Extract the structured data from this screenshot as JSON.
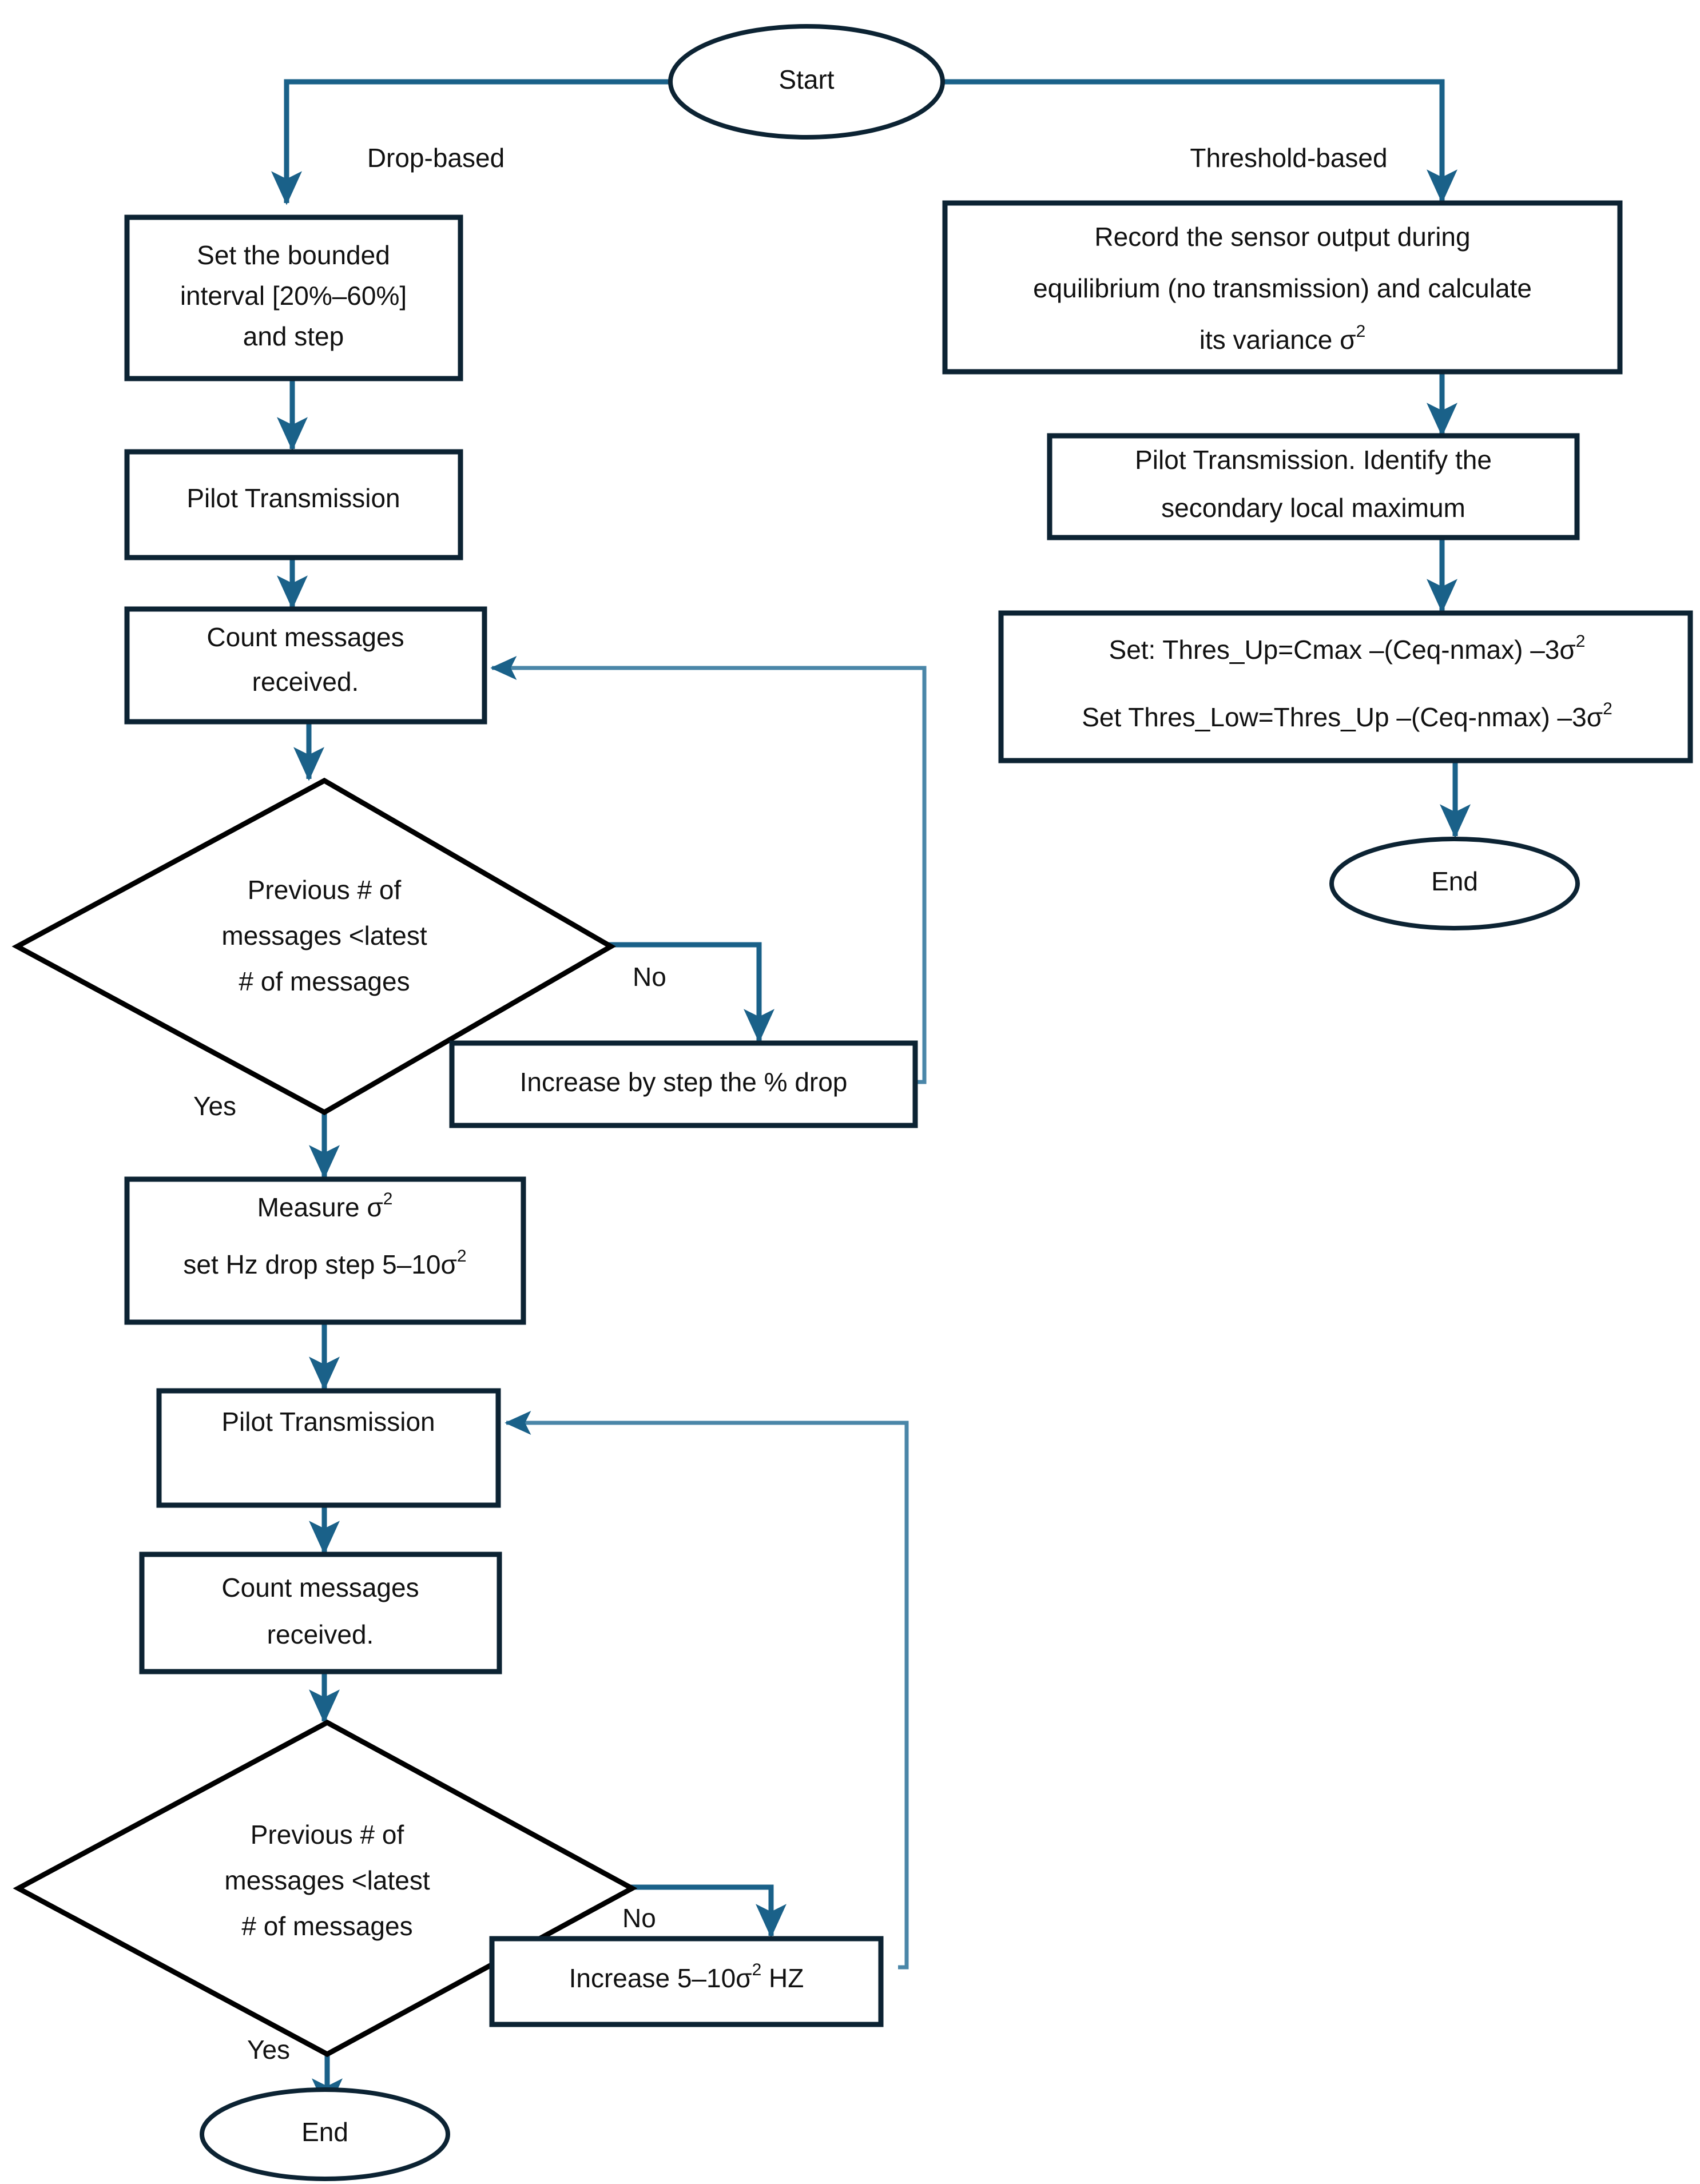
{
  "diagram": {
    "title": "Drop-based and Threshold-based calibration flowchart",
    "colors": {
      "box_border": "#0c2333",
      "diamond_border": "#000000",
      "connector": "#1a6189",
      "connector_light": "#4a86a8",
      "background": "#ffffff",
      "text": "#111111"
    }
  },
  "nodes": {
    "start": {
      "label": "Start",
      "shape": "ellipse"
    },
    "left_set_interval": {
      "shape": "process",
      "lines": [
        "Set the bounded",
        "interval [20%–60%]",
        "and step"
      ]
    },
    "left_pilot_1": {
      "shape": "process",
      "lines": [
        "Pilot Transmission"
      ]
    },
    "left_count_1": {
      "shape": "process",
      "lines": [
        "Count messages",
        "received."
      ]
    },
    "left_decision_1": {
      "shape": "decision",
      "lines": [
        "Previous # of",
        "messages <latest",
        "# of messages"
      ]
    },
    "left_increase_pct": {
      "shape": "process",
      "lines": [
        "Increase by step the % drop"
      ]
    },
    "left_measure": {
      "shape": "process",
      "lines": [
        "Measure σ²",
        "set Hz drop step 5–10σ²"
      ],
      "rich": [
        {
          "pre": "Measure σ",
          "sup": "2",
          "post": ""
        },
        {
          "pre": "set Hz drop step 5–10σ",
          "sup": "2",
          "post": ""
        }
      ]
    },
    "left_pilot_2": {
      "shape": "process",
      "lines": [
        "Pilot Transmission"
      ]
    },
    "left_count_2": {
      "shape": "process",
      "lines": [
        "Count messages",
        "received."
      ]
    },
    "left_decision_2": {
      "shape": "decision",
      "lines": [
        "Previous # of",
        "messages <latest",
        "# of messages"
      ]
    },
    "left_increase_hz": {
      "shape": "process",
      "lines": [
        "Increase 5–10σ²  HZ"
      ],
      "rich": [
        {
          "pre": "Increase 5–10σ",
          "sup": "2",
          "post": "  HZ"
        }
      ]
    },
    "left_end": {
      "label": "End",
      "shape": "ellipse"
    },
    "right_record": {
      "shape": "process",
      "lines": [
        "Record the sensor output during",
        "equilibrium (no transmission) and calculate",
        "its variance σ²"
      ],
      "rich": [
        {
          "pre": "Record the sensor output during",
          "sup": "",
          "post": ""
        },
        {
          "pre": "equilibrium (no transmission) and calculate",
          "sup": "",
          "post": ""
        },
        {
          "pre": "its variance σ",
          "sup": "2",
          "post": ""
        }
      ]
    },
    "right_pilot": {
      "shape": "process",
      "lines": [
        "Pilot Transmission. Identify the",
        "secondary local maximum"
      ]
    },
    "right_set_thresholds": {
      "shape": "process",
      "lines": [
        "Set: Thres_Up=Cmax –(Ceq-nmax) –3σ²",
        "Set Thres_Low=Thres_Up –(Ceq-nmax) –3σ²"
      ],
      "rich": [
        {
          "pre": "Set: Thres_Up=Cmax –(Ceq-nmax) –3σ",
          "sup": "2",
          "post": ""
        },
        {
          "pre": "Set Thres_Low=Thres_Up –(Ceq-nmax) –3σ",
          "sup": "2",
          "post": ""
        }
      ]
    },
    "right_end": {
      "label": "End",
      "shape": "ellipse"
    }
  },
  "edge_labels": {
    "drop_based": "Drop-based",
    "threshold_based": "Threshold-based",
    "no_1": "No",
    "yes_1": "Yes",
    "no_2": "No",
    "yes_2": "Yes"
  }
}
